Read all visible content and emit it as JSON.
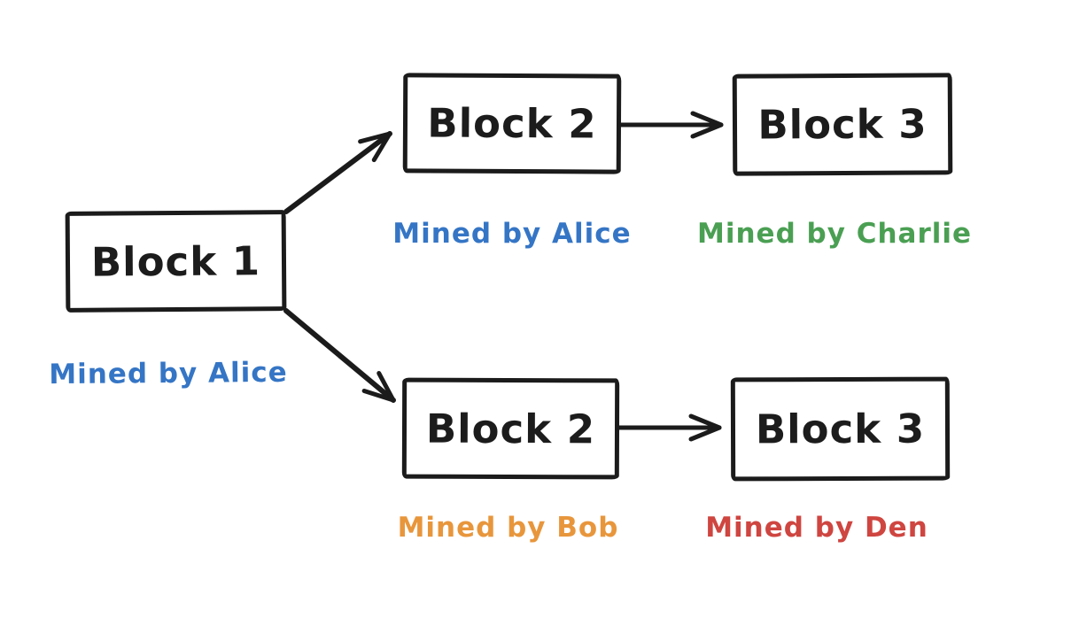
{
  "diagram": {
    "type": "blockchain-fork",
    "blocks": [
      {
        "id": "block-1",
        "label": "Block 1",
        "miner": "Mined by Alice",
        "miner_color": "#3575c5"
      },
      {
        "id": "block-2-top",
        "label": "Block 2",
        "miner": "Mined by Alice",
        "miner_color": "#3575c5"
      },
      {
        "id": "block-3-top",
        "label": "Block 3",
        "miner": "Mined by Charlie",
        "miner_color": "#4a9f53"
      },
      {
        "id": "block-2-bottom",
        "label": "Block 2",
        "miner": "Mined by Bob",
        "miner_color": "#e8963c"
      },
      {
        "id": "block-3-bottom",
        "label": "Block 3",
        "miner": "Mined by Den",
        "miner_color": "#cf4540"
      }
    ],
    "edges": [
      {
        "from": "block-1",
        "to": "block-2-top"
      },
      {
        "from": "block-1",
        "to": "block-2-bottom"
      },
      {
        "from": "block-2-top",
        "to": "block-3-top"
      },
      {
        "from": "block-2-bottom",
        "to": "block-3-bottom"
      }
    ],
    "colors": {
      "stroke": "#1b1b1b",
      "background": "#ffffff",
      "blue": "#3575c5",
      "green": "#4a9f53",
      "orange": "#e8963c",
      "red": "#cf4540"
    }
  }
}
